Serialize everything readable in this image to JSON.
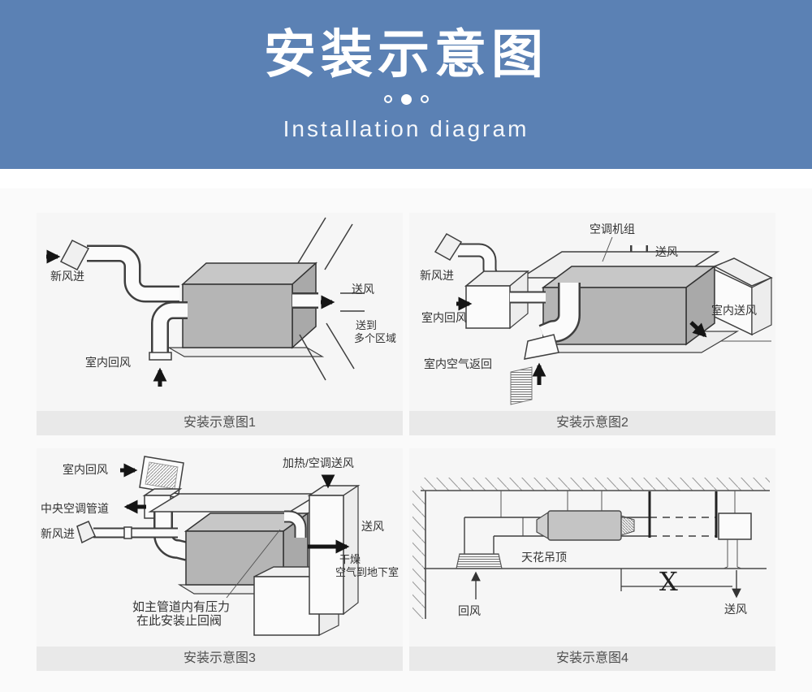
{
  "header": {
    "title": "安装示意图",
    "subtitle": "Installation diagram"
  },
  "colors": {
    "header_bg": "#5b81b4",
    "panel_bg": "#f6f6f6",
    "caption_bg": "#e9e9e9",
    "box_gray": "#b5b5b5",
    "line": "#3f3f3f"
  },
  "panels": [
    {
      "caption": "安装示意图1",
      "labels": {
        "fresh_air_in": "新风进",
        "indoor_return_air": "室内回风",
        "supply_air": "送风",
        "to_multi_1": "送到",
        "to_multi_2": "多个区域"
      }
    },
    {
      "caption": "安装示意图2",
      "labels": {
        "ac_unit": "空调机组",
        "supply_air": "送风",
        "fresh_air_in": "新风进",
        "indoor_return_air": "室内回风",
        "indoor_supply_air": "室内送风",
        "indoor_air_return": "室内空气返回"
      }
    },
    {
      "caption": "安装示意图3",
      "labels": {
        "indoor_return_air": "室内回风",
        "heat_ac_supply": "加热/空调送风",
        "central_duct": "中央空调管道",
        "fresh_air_in": "新风进",
        "supply_air": "送风",
        "dry_1": "干燥",
        "dry_2": "空气到地下室",
        "valve_1": "如主管道内有压力",
        "valve_2": "在此安装止回阀"
      }
    },
    {
      "caption": "安装示意图4",
      "labels": {
        "ceiling": "天花吊顶",
        "return_air": "回风",
        "distance_x": "X",
        "supply_air": "送风"
      }
    }
  ]
}
